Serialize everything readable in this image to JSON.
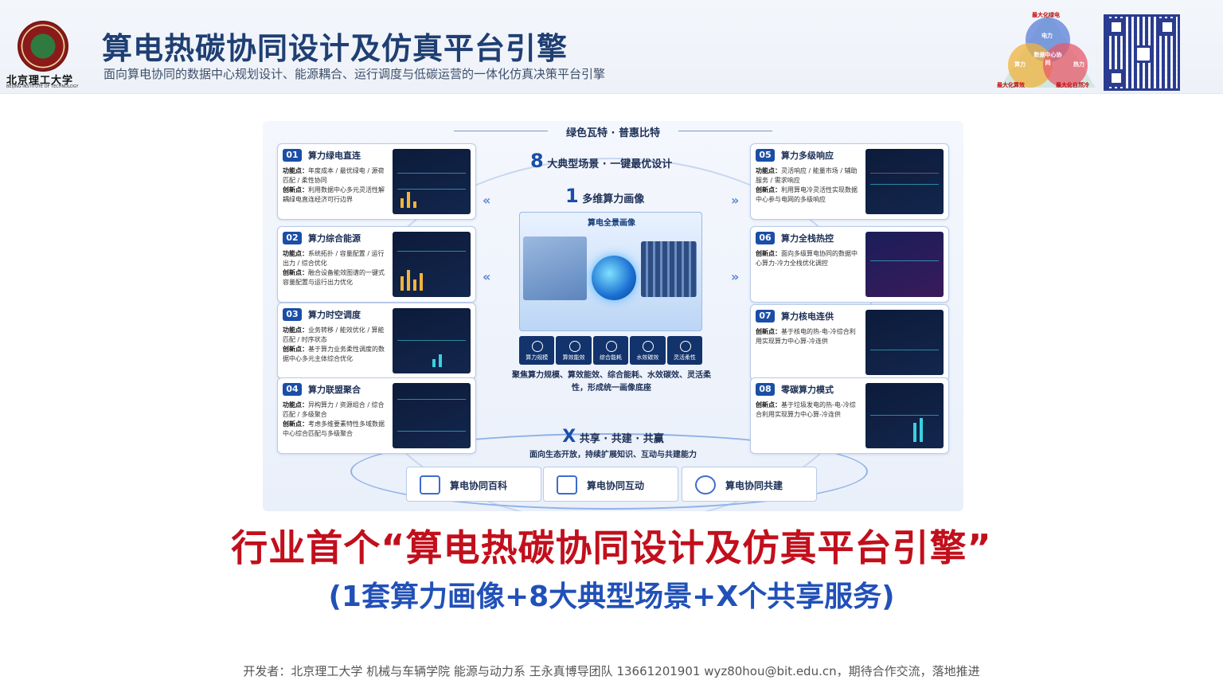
{
  "header": {
    "logo_text": "北京理工大学",
    "logo_sub": "BEIJING INSTITUTE OF TECHNOLOGY",
    "title": "算电热碳协同设计及仿真平台引擎",
    "subtitle": "面向算电协同的数据中心规划设计、能源耦合、运行调度与低碳运营的一体化仿真决策平台引擎"
  },
  "venn": {
    "top": "最大化绿电",
    "left": "最大化算效",
    "right": "最大化自然冷",
    "c1": "电力",
    "c2": "算力",
    "c3": "热力",
    "center": "数据中心协同"
  },
  "diagram": {
    "top_label": "绿色瓦特 · 普惠比特",
    "scene_num": "8",
    "scene_label": "大典型场景 · 一键最优设计",
    "portrait_num": "1",
    "portrait_label": "多维算力画像",
    "panel_title": "算电全景画像",
    "icons": [
      "算力规模",
      "算效能效",
      "综合能耗",
      "水效碳效",
      "灵活柔性"
    ],
    "focus_text": "聚焦算力规模、算效能效、综合能耗、水效碳效、灵活柔性，形成统一画像底座",
    "cards": [
      {
        "num": "01",
        "title": "算力绿电直连",
        "func_label": "功能点：",
        "func": "年度成本 / 最优绿电 / 源荷匹配 / 柔性协同",
        "inno_label": "创新点：",
        "inno": "利用数据中心多元灵活性解耦绿电直连经济可行边界"
      },
      {
        "num": "02",
        "title": "算力综合能源",
        "func_label": "功能点：",
        "func": "系统拓扑 / 容量配置 / 运行出力 / 综合优化",
        "inno_label": "创新点：",
        "inno": "融合设备能效图谱的一键式容量配置与运行出力优化"
      },
      {
        "num": "03",
        "title": "算力时空调度",
        "func_label": "功能点：",
        "func": "业务转移 / 能效优化 / 算能匹配 / 时序状态",
        "inno_label": "创新点：",
        "inno": "基于算力业务柔性调度的数据中心多元主体综合优化"
      },
      {
        "num": "04",
        "title": "算力联盟聚合",
        "func_label": "功能点：",
        "func": "异构算力 / 资源组合 / 综合匹配 / 多级聚合",
        "inno_label": "创新点：",
        "inno": "考虑多维要素特性多域数据中心综合匹配与多级聚合"
      },
      {
        "num": "05",
        "title": "算力多级响应",
        "func_label": "功能点：",
        "func": "灵活响应 / 能量市场 / 辅助服务 / 需求响应",
        "inno_label": "创新点：",
        "inno": "利用算电冷灵活性实现数据中心参与电网的多级响应"
      },
      {
        "num": "06",
        "title": "算力全栈热控",
        "func_label": "",
        "func": "",
        "inno_label": "创新点：",
        "inno": "面向多级算电协同的数据中心算力-冷力全栈优化调控"
      },
      {
        "num": "07",
        "title": "算力核电连供",
        "func_label": "",
        "func": "",
        "inno_label": "创新点：",
        "inno": "基于核电的热-电-冷综合利用实现算力中心算-冷连供"
      },
      {
        "num": "08",
        "title": "零碳算力模式",
        "func_label": "",
        "func": "",
        "inno_label": "创新点：",
        "inno": "基于垃圾发电的热-电-冷综合利用实现算力中心算-冷连供"
      }
    ],
    "x_letter": "X",
    "x_label": "共享 · 共建 · 共赢",
    "x_sub": "面向生态开放，持续扩展知识、互动与共建能力",
    "services": [
      "算电协同百科",
      "算电协同互动",
      "算电协同共建"
    ]
  },
  "headline": "行业首个“算电热碳协同设计及仿真平台引擎”",
  "subline": "(1套算力画像+8大典型场景+X个共享服务)",
  "footer": "开发者：北京理工大学 机械与车辆学院 能源与动力系 王永真博导团队 13661201901 wyz80hou@bit.edu.cn，期待合作交流，落地推进"
}
